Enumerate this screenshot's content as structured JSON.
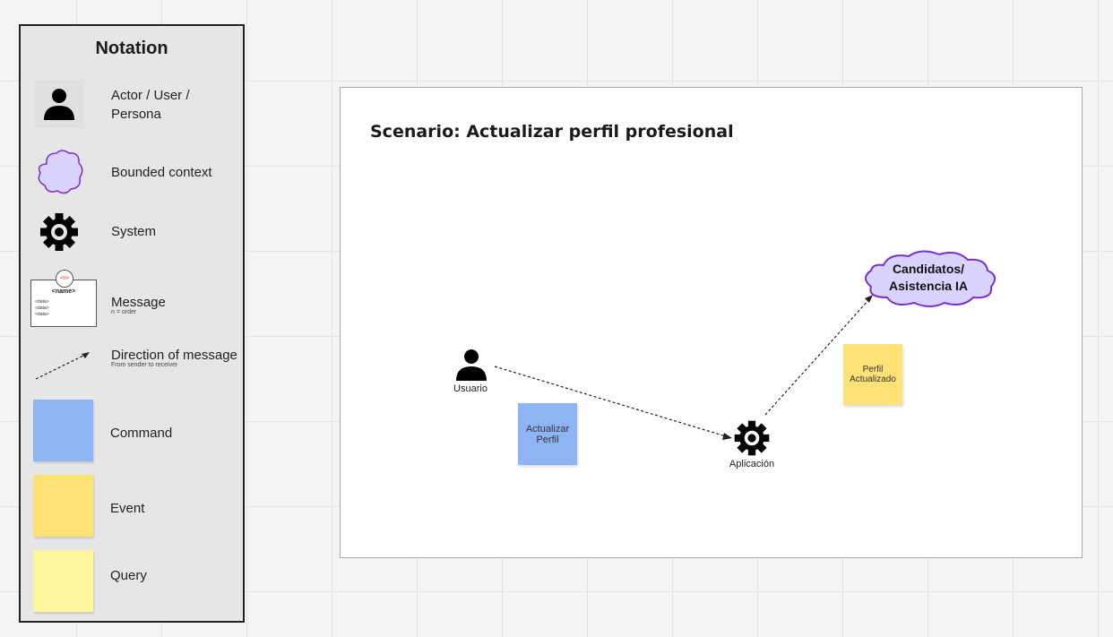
{
  "notation": {
    "title": "Notation",
    "items": [
      {
        "label_line1": "Actor / User /",
        "label_line2": "Persona",
        "icon": "person-icon"
      },
      {
        "label": "Bounded context",
        "icon": "cloud-icon"
      },
      {
        "label": "System",
        "icon": "gear-icon"
      },
      {
        "label": "Message",
        "sub": "n = order",
        "icon": "message-card-icon",
        "card": {
          "order": "<n>",
          "name": "<name>",
          "lines": [
            "<data>",
            "<data>",
            "<data>"
          ]
        }
      },
      {
        "label": "Direction of message",
        "sub": "From sender to receiver",
        "icon": "dashed-arrow-icon"
      },
      {
        "label": "Command",
        "color": "#8fb4f5"
      },
      {
        "label": "Event",
        "color": "#ffe276"
      },
      {
        "label": "Query",
        "color": "#fff59c"
      }
    ]
  },
  "scenario": {
    "title": "Scenario: Actualizar perfil profesional",
    "actor_label": "Usuario",
    "system_label": "Aplicación",
    "command": {
      "line1": "Actualizar",
      "line2": "Perfil",
      "color": "#8fb4f5"
    },
    "event": {
      "line1": "Perfil",
      "line2": "Actualizado",
      "color": "#ffe276"
    },
    "bounded_context": {
      "line1": "Candidatos/",
      "line2": "Asistencia IA",
      "fill": "#d8d3ff",
      "stroke": "#7a2fd1"
    }
  }
}
